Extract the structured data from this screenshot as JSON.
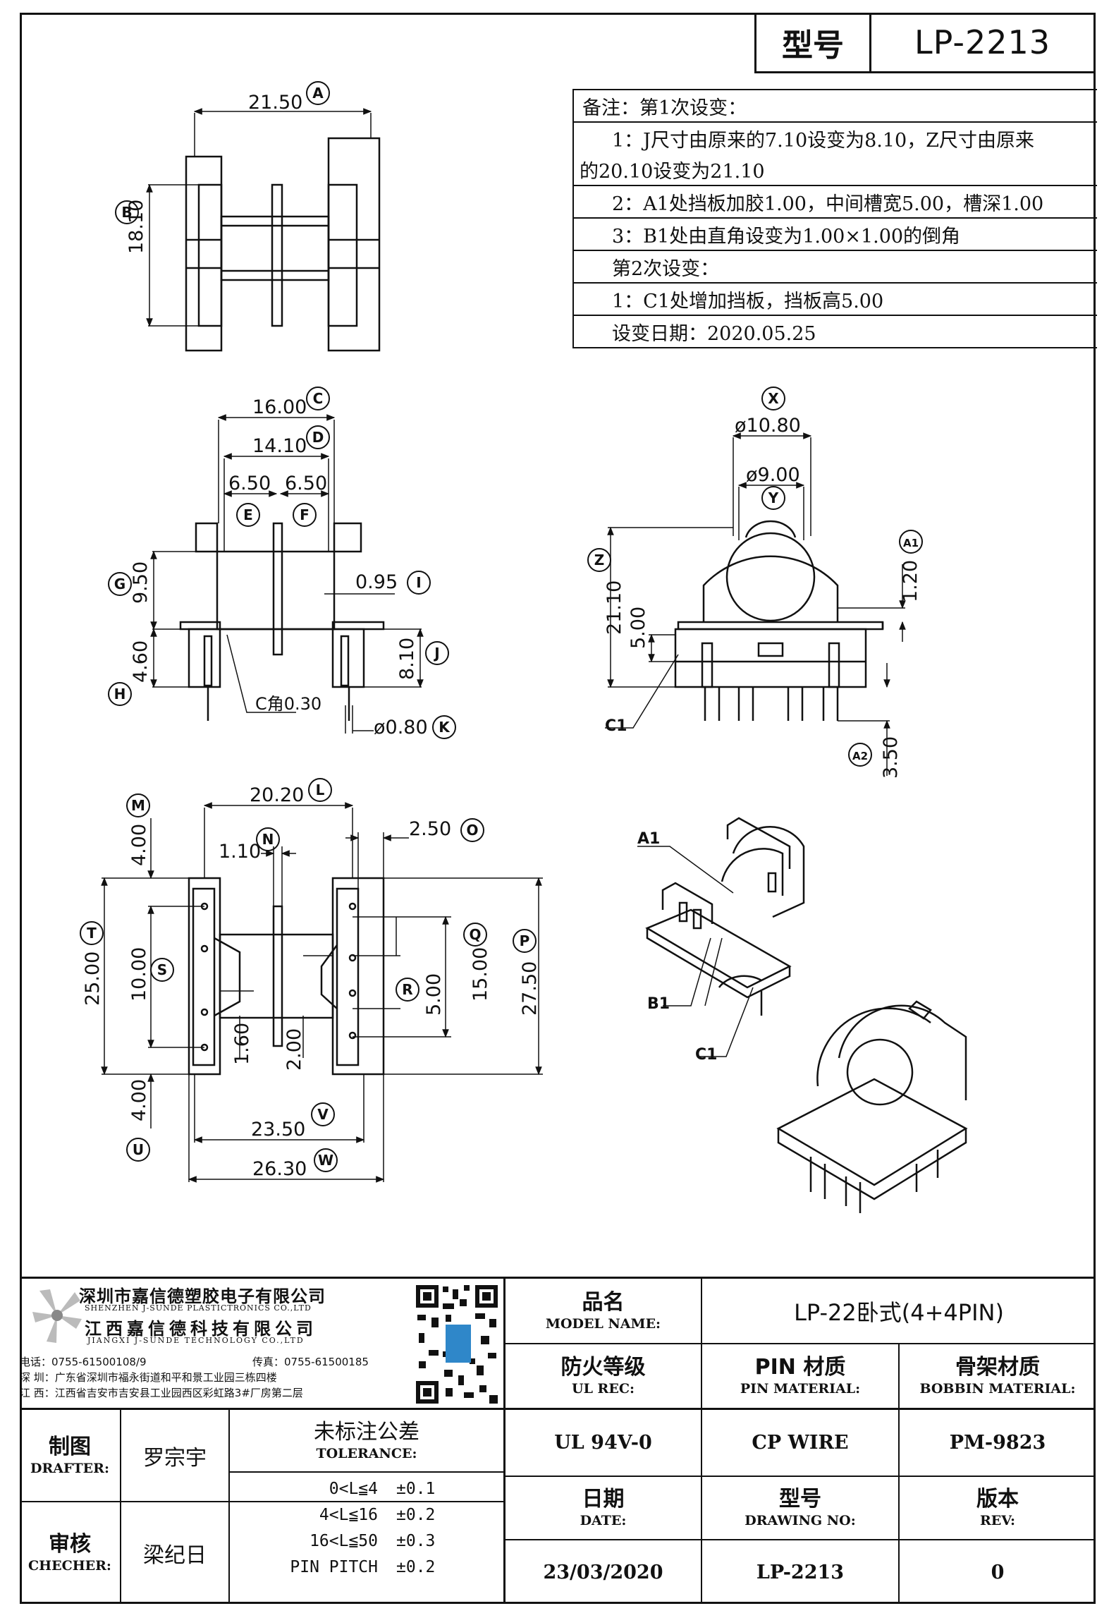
{
  "header": {
    "model_label": "型号",
    "model_value": "LP-2213"
  },
  "notes": {
    "rows": [
      "备注：第1次设变：",
      "1：J尺寸由原来的7.10设变为8.10，Z尺寸由原来",
      "的20.10设变为21.10",
      "2：A1处挡板加胶1.00，中间槽宽5.00，槽深1.00",
      "3：B1处由直角设变为1.00×1.00的倒角",
      "第2次设变：",
      "1：C1处增加挡板，挡板高5.00",
      "设变日期：2020.05.25"
    ]
  },
  "views": {
    "top": {
      "dims": {
        "A": "21.50",
        "B": "18.10"
      }
    },
    "front": {
      "dims": {
        "C": "16.00",
        "D": "14.10",
        "E": "6.50",
        "F": "6.50",
        "G": "9.50",
        "H": "4.60",
        "I": "0.95",
        "J": "8.10",
        "K": "ø0.80",
        "chamfer": "C角0.30"
      }
    },
    "side": {
      "dims": {
        "X": "ø10.80",
        "Y": "ø9.00",
        "Z": "21.10",
        "Z_inner": "5.00",
        "A1": "1.20",
        "A2": "3.50"
      },
      "callout": "C1"
    },
    "bottom": {
      "dims": {
        "L": "20.20",
        "M": "4.00",
        "N": "1.10",
        "O": "2.50",
        "T": "25.00",
        "S": "10.00",
        "Q": "15.00",
        "R": "5.00",
        "P": "27.50",
        "d1": "1.60",
        "d2": "2.00",
        "U": "4.00",
        "V": "23.50",
        "W": "26.30"
      }
    },
    "iso": {
      "callouts": [
        "A1",
        "B1",
        "C1"
      ]
    }
  },
  "title_block": {
    "company": {
      "name_cn": "深圳市嘉信德塑胶电子有限公司",
      "name_en": "SHENZHEN J-SUNDE PLASTICTRONICS CO.,LTD",
      "name2_cn": "江西嘉信德科技有限公司",
      "name2_en": "JIANGXI J-SUNDE TECHNOLOGY CO.,LTD",
      "phone": "电话：0755-61500108/9",
      "fax": "传真：0755-61500185",
      "addr_sz": "深 圳：广东省深圳市福永街道和平和景工业园三栋四楼",
      "addr_jx": "江 西：江西省吉安市吉安县工业园西区彩虹路3#厂房第二层"
    },
    "model_name": {
      "cn": "品名",
      "en": "MODEL NAME:",
      "value": "LP-22卧式(4+4PIN)"
    },
    "ul": {
      "cn": "防火等级",
      "en": "UL REC:",
      "value": "UL 94V-0"
    },
    "pin": {
      "cn": "PIN 材质",
      "en": "PIN MATERIAL:",
      "value": "CP WIRE"
    },
    "bobbin": {
      "cn": "骨架材质",
      "en": "BOBBIN MATERIAL:",
      "value": "PM-9823"
    },
    "date": {
      "cn": "日期",
      "en": "DATE:",
      "value": "23/03/2020"
    },
    "drawing_no": {
      "cn": "型号",
      "en": "DRAWING NO:",
      "value": "LP-2213"
    },
    "rev": {
      "cn": "版本",
      "en": "REV:",
      "value": "0"
    },
    "drafter": {
      "cn": "制图",
      "en": "DRAFTER:",
      "value": "罗宗宇"
    },
    "checker": {
      "cn": "审核",
      "en": "CHECHER:",
      "value": "梁纪日"
    },
    "tolerance": {
      "cn": "未标注公差",
      "en": "TOLERANCE:",
      "rows": [
        {
          "range": "0<L≦4",
          "tol": "±0.1"
        },
        {
          "range": "4<L≦16",
          "tol": "±0.2"
        },
        {
          "range": "16<L≦50",
          "tol": "±0.3"
        },
        {
          "range": "PIN PITCH",
          "tol": "±0.2"
        }
      ]
    }
  }
}
